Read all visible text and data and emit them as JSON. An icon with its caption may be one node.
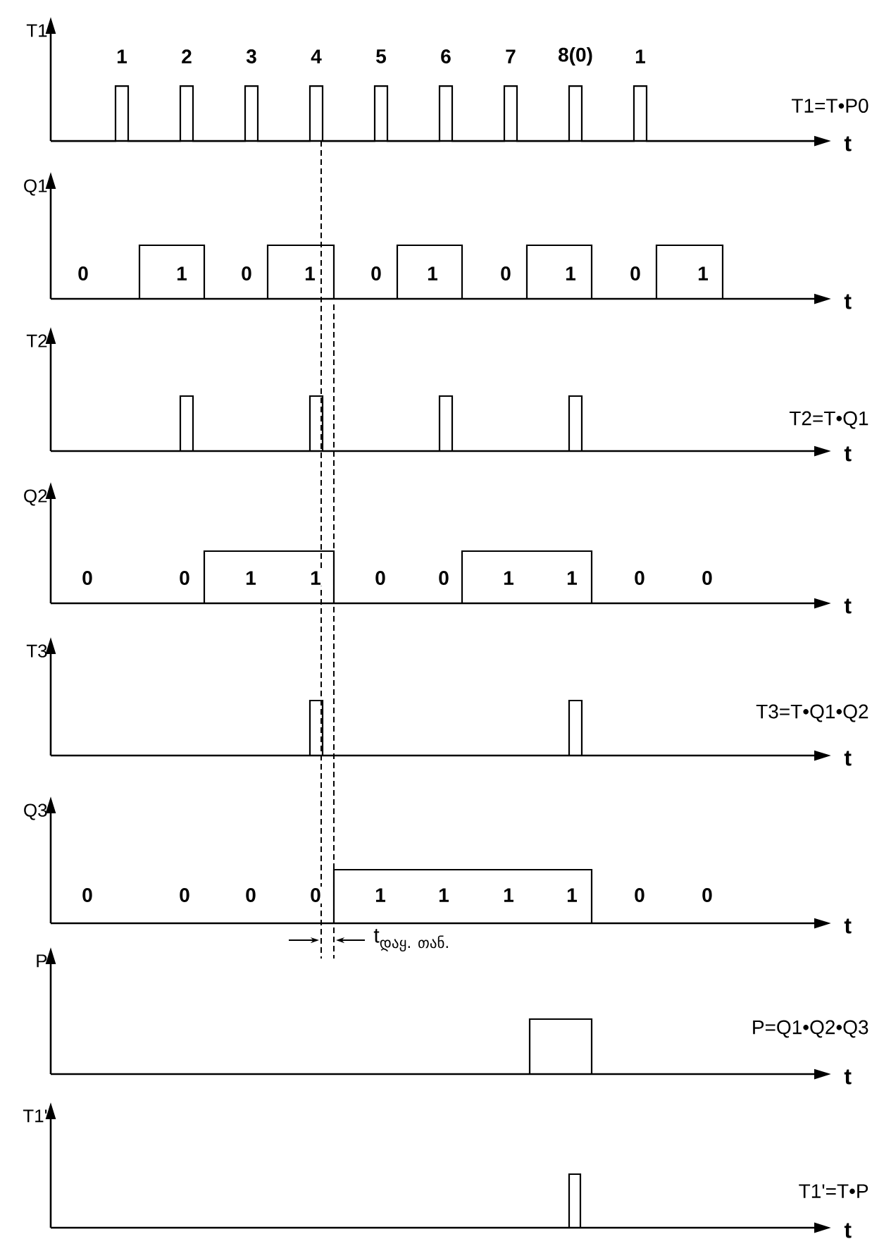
{
  "diagram": {
    "labels": [
      "T1",
      "1",
      "2",
      "3",
      "4",
      "5",
      "6",
      "7",
      "8(0)",
      "1",
      "T1=T•P0",
      "t",
      "Q1",
      "0",
      "1",
      "0",
      "1",
      "0",
      "1",
      "0",
      "1",
      "0",
      "1",
      "t",
      "T2",
      "T2=T•Q1",
      "t",
      "Q2",
      "0",
      "0",
      "1",
      "1",
      "0",
      "0",
      "1",
      "1",
      "0",
      "0",
      "t",
      "T3",
      "T3=T•Q1•Q2",
      "t",
      "Q3",
      "0",
      "0",
      "0",
      "0",
      "1",
      "1",
      "1",
      "1",
      "0",
      "0",
      "t",
      "\\mathrm{t}_{\\text{დაყ. თან.}}",
      "P",
      "P=Q1•Q2•Q3",
      "t",
      "T1'",
      "T1'=T•P",
      "t"
    ]
  }
}
